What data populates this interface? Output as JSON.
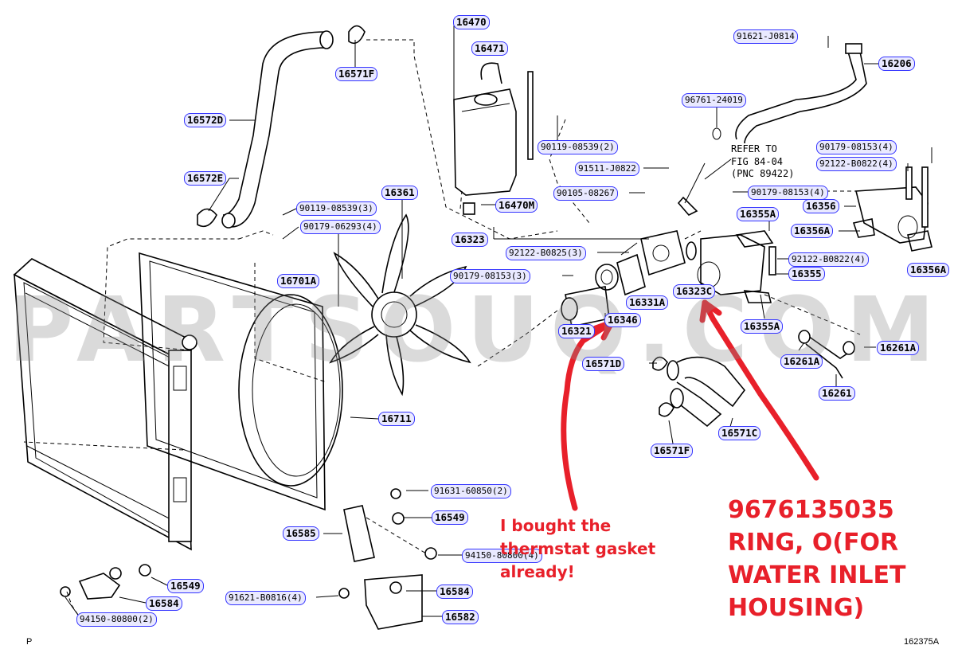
{
  "watermark": "PARTSOUQ.COM",
  "callouts": [
    {
      "id": "16470",
      "text": "16470"
    },
    {
      "id": "16471",
      "text": "16471"
    },
    {
      "id": "16571F_top",
      "text": "16571F"
    },
    {
      "id": "16572D",
      "text": "16572D"
    },
    {
      "id": "16572E",
      "text": "16572E"
    },
    {
      "id": "90119_08539_3",
      "text": "90119-08539(3)"
    },
    {
      "id": "90179_06293_4",
      "text": "90179-06293(4)"
    },
    {
      "id": "16361",
      "text": "16361"
    },
    {
      "id": "16701A",
      "text": "16701A"
    },
    {
      "id": "90119_08539_2",
      "text": "90119-08539(2)"
    },
    {
      "id": "91511_J0822",
      "text": "91511-J0822"
    },
    {
      "id": "90105_08267",
      "text": "90105-08267"
    },
    {
      "id": "16470M",
      "text": "16470M"
    },
    {
      "id": "16323",
      "text": "16323"
    },
    {
      "id": "92122_B0825_3",
      "text": "92122-B0825(3)"
    },
    {
      "id": "90179_08153_3",
      "text": "90179-08153(3)"
    },
    {
      "id": "16331A",
      "text": "16331A"
    },
    {
      "id": "16323C",
      "text": "16323C"
    },
    {
      "id": "16321",
      "text": "16321"
    },
    {
      "id": "16346",
      "text": "16346"
    },
    {
      "id": "91621_J0814",
      "text": "91621-J0814"
    },
    {
      "id": "16206",
      "text": "16206"
    },
    {
      "id": "96761_24019",
      "text": "96761-24019"
    },
    {
      "id": "90179_08153_4a",
      "text": "90179-08153(4)"
    },
    {
      "id": "92122_B0822_4a",
      "text": "92122-B0822(4)"
    },
    {
      "id": "90179_08153_4b",
      "text": "90179-08153(4)"
    },
    {
      "id": "16355A_top",
      "text": "16355A"
    },
    {
      "id": "16356",
      "text": "16356"
    },
    {
      "id": "16356A_left",
      "text": "16356A"
    },
    {
      "id": "16356A_right",
      "text": "16356A"
    },
    {
      "id": "92122_B0822_4b",
      "text": "92122-B0822(4)"
    },
    {
      "id": "16355",
      "text": "16355"
    },
    {
      "id": "16355A_bottom",
      "text": "16355A"
    },
    {
      "id": "16261A_left",
      "text": "16261A"
    },
    {
      "id": "16261A_right",
      "text": "16261A"
    },
    {
      "id": "16261",
      "text": "16261"
    },
    {
      "id": "16571D",
      "text": "16571D"
    },
    {
      "id": "16571C",
      "text": "16571C"
    },
    {
      "id": "16571F_bottom",
      "text": "16571F"
    },
    {
      "id": "16711",
      "text": "16711"
    },
    {
      "id": "91631_60850_2",
      "text": "91631-60850(2)"
    },
    {
      "id": "16549_a",
      "text": "16549"
    },
    {
      "id": "16585",
      "text": "16585"
    },
    {
      "id": "94150_80800_4",
      "text": "94150-80800(4)"
    },
    {
      "id": "16549_b",
      "text": "16549"
    },
    {
      "id": "16584_a",
      "text": "16584"
    },
    {
      "id": "91621_B0816_4",
      "text": "91621-B0816(4)"
    },
    {
      "id": "16584_b",
      "text": "16584"
    },
    {
      "id": "16582",
      "text": "16582"
    },
    {
      "id": "94150_80800_2",
      "text": "94150-80800(2)"
    }
  ],
  "refer_note": "REFER TO\nFIG 84-04\n(PNC 89422)",
  "annotation_gasket": "I bought the thermstat gasket already!",
  "annotation_oring": "9676135035 RING, O(FOR WATER INLET HOUSING)",
  "corner_left": "P",
  "corner_right": "162375A",
  "colors": {
    "callout_border": "#3535ff",
    "callout_fill": "#e9e9ff",
    "annotation": "#e8202a",
    "watermark": "#8c8c8c"
  }
}
